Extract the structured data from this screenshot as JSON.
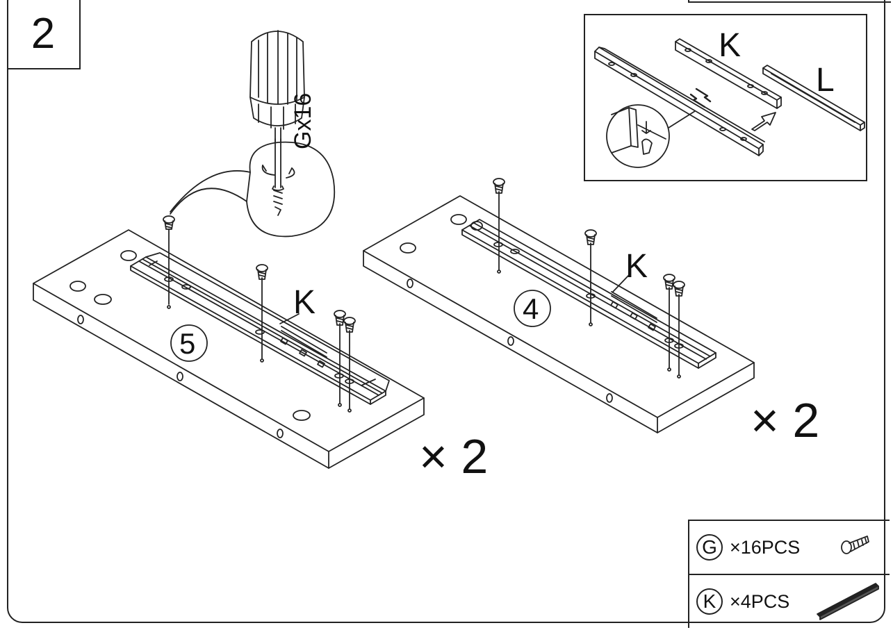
{
  "step": "2",
  "screw_callout": "Gx16",
  "inset": {
    "rail_k_label": "K",
    "rail_l_label": "L"
  },
  "panels": [
    {
      "number": "5",
      "rail_label": "K",
      "multiplier": "× 2"
    },
    {
      "number": "4",
      "rail_label": "K",
      "multiplier": "× 2"
    }
  ],
  "parts": [
    {
      "letter": "G",
      "quantity": "×16PCS",
      "icon": "screw-icon"
    },
    {
      "letter": "K",
      "quantity": "×4PCS",
      "icon": "rail-icon"
    }
  ]
}
